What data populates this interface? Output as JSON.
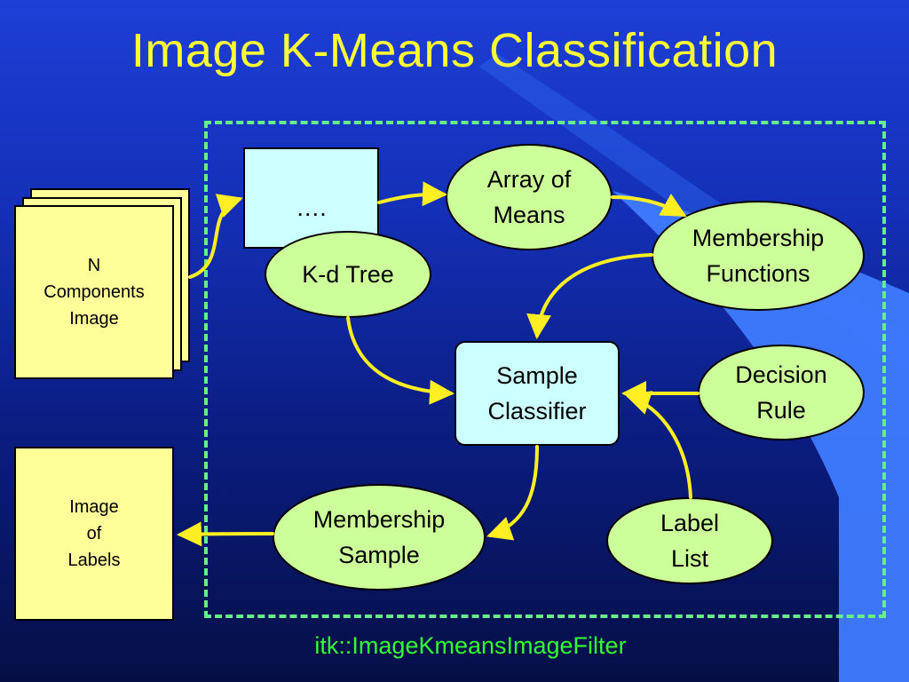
{
  "slide": {
    "title": "Image K-Means Classification",
    "footer": "itk::ImageKmeansImageFilter"
  },
  "colors": {
    "title": "#ffff33",
    "footer": "#33ff33",
    "dashed_border": "#66ee88",
    "arrow": "#ffee22",
    "document_fill": "#ffff99",
    "ellipse_fill": "#ccff99",
    "rect_fill": "#ccffff"
  },
  "nodes": {
    "input_image": "N\nComponents\nImage",
    "output_image": "Image\nof\nLabels",
    "sample": "….",
    "kd_tree": "K-d Tree",
    "array_of_means": "Array of\nMeans",
    "membership_functions": "Membership\nFunctions",
    "sample_classifier": "Sample\nClassifier",
    "decision_rule": "Decision\nRule",
    "membership_sample": "Membership\nSample",
    "label_list": "Label\nList"
  }
}
